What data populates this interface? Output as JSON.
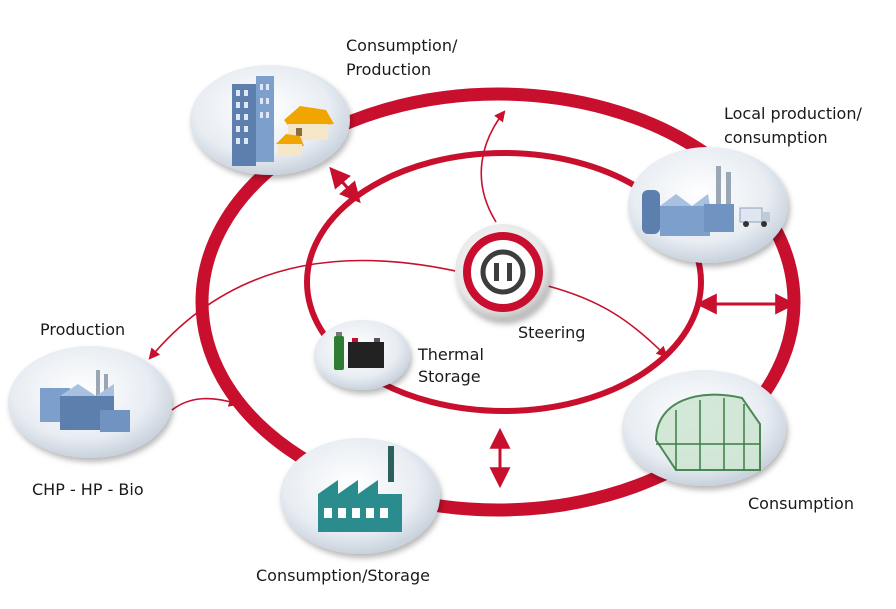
{
  "labels": {
    "consumption_production": "Consumption/\nProduction",
    "local_production_consumption": "Local production/\nconsumption",
    "production": "Production",
    "chp_hp_bio": "CHP - HP - Bio",
    "thermal_storage": "Thermal\nStorage",
    "steering": "Steering",
    "consumption": "Consumption",
    "consumption_storage": "Consumption/Storage"
  },
  "colors": {
    "ring": "#c8102e",
    "node_fill": "#e6ebf2",
    "building_blue": "#5b7fae",
    "factory_teal": "#2a8c8c",
    "roof_orange": "#f0a500"
  }
}
